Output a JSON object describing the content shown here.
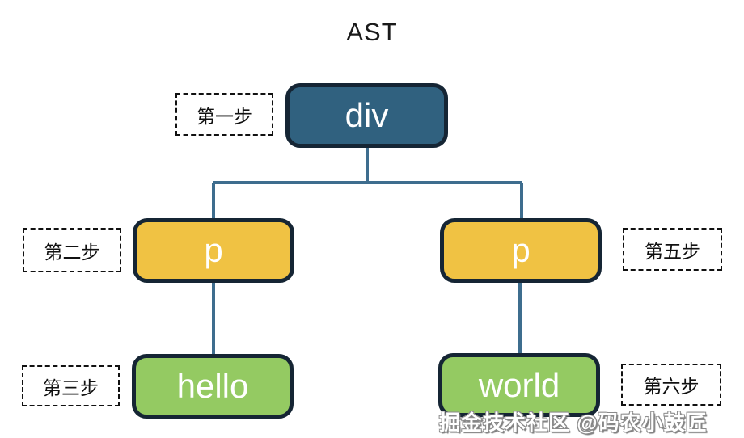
{
  "title": "AST",
  "watermark": "掘金技术社区 @码农小鼓匠",
  "nodes": {
    "root": {
      "label": "div",
      "fill": "#30617f"
    },
    "p_left": {
      "label": "p",
      "fill": "#f0c243"
    },
    "p_right": {
      "label": "p",
      "fill": "#f0c243"
    },
    "hello": {
      "label": "hello",
      "fill": "#94ca62"
    },
    "world": {
      "label": "world",
      "fill": "#94ca62"
    }
  },
  "steps": {
    "step1": "第一步",
    "step2": "第二步",
    "step3": "第三步",
    "step5": "第五步",
    "step6": "第六步"
  },
  "colors": {
    "node_border": "#152534",
    "connector": "#3e6d8e",
    "node_text": "#ffffff",
    "step_border": "#111111",
    "title_text": "#1a1a1a",
    "watermark_text": "#ffffff"
  }
}
